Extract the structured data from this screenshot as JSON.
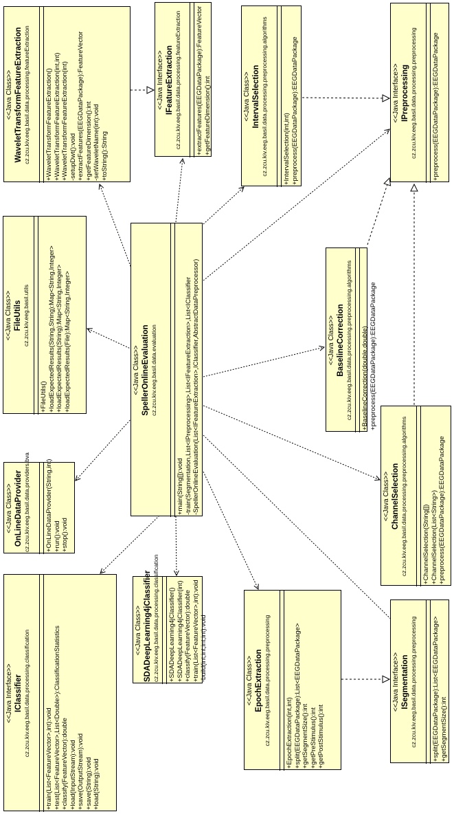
{
  "diagram": {
    "classes": [
      {
        "id": "WaveletTransformFeatureExtraction",
        "stereotype": "<<Java Class>>",
        "name": "WaveletTransformFeatureExtraction",
        "package": "cz.zcu.kiv.eeg.basil.data.processing.featureExtraction",
        "methods": [
          "+WaveletTransformFeatureExtraction()",
          "+WaveletTransformFeatureExtraction(int,int)",
          "+WaveletTransformFeatureExtraction(int)",
          "-setupDwt():void",
          "+extractFeatures(EEGDataPackage):FeatureVector",
          "+getFeatureDimension():int",
          "-setWaveletName(int):void",
          "+toString():String"
        ]
      },
      {
        "id": "IFeatureExtraction",
        "stereotype": "<<Java Interface>>",
        "name": "IFeatureExtraction",
        "package": "cz.zcu.kiv.eeg.basil.data.processing.featureExtraction",
        "methods": [
          "+extractFeatures(EEGDataPackage):FeatureVector",
          "+getFeatureDimension():int"
        ]
      },
      {
        "id": "IntervalSelection",
        "stereotype": "<<Java Class>>",
        "name": "IntervalSelection",
        "package": "cz.zcu.kiv.eeg.basil.data.processing.preprocessing.algorithms",
        "methods": [
          "+IntervalSelection(int,int)",
          "+preprocess(EEGDataPackage):EEGDataPackage"
        ]
      },
      {
        "id": "IPreprocessing",
        "stereotype": "<<Java Interface>>",
        "name": "IPreprocessing",
        "package": "cz.zcu.kiv.eeg.basil.data.processing.preprocessing",
        "methods": [
          "+preprocess(EEGDataPackage):EEGDataPackage"
        ]
      },
      {
        "id": "FileUtils",
        "stereotype": "<<Java Class>>",
        "name": "FileUtils",
        "package": "cz.zcu.kiv.eeg.basil.utils",
        "methods": [
          "+FileUtils()",
          "+loadExpectedResults(String,String):Map<String,Integer>",
          "+loadExpectedResults(String):Map<String,Integer>",
          "+loadExpectedResults(File):Map<String,Integer>"
        ]
      },
      {
        "id": "SpellerOnlineEvaluation",
        "stereotype": "<<Java Class>>",
        "name": "SpellerOnlineEvaluation",
        "package": "cz.zcu.kiv.eeg.basil.data.evaluation",
        "methods": [
          "+main(String[]):void",
          "-train(Segmentation,List<IPreprocessing>,List<IFeatureExtraction>,List<IClassifier",
          "-SpellerOnlineEvaluation(List<IFeatureExtraction>,IClassifier,AbstractDataPreprocessor)"
        ]
      },
      {
        "id": "BaselineCorrection",
        "stereotype": "<<Java Class>>",
        "name": "BaselineCorrection",
        "package": "cz.zcu.kiv.eeg.basil.data.processing.preprocessing.algorithms",
        "methods": [
          "+BaselineCorrection(double,double)",
          "+preprocess(EEGDataPackage):EEGDataPackage"
        ]
      },
      {
        "id": "OnLineDataProvider",
        "stereotype": "<<Java Class>>",
        "name": "OnLineDataProvider",
        "package": "cz.zcu.kiv.eeg.basil.data.providers.bva",
        "methods": [
          "+OnLineDataProvider(String,int)",
          "+run():void",
          "+stop():void"
        ]
      },
      {
        "id": "ChannelSelection",
        "stereotype": "<<Java Class>>",
        "name": "ChannelSelection",
        "package": "cz.zcu.kiv.eeg.basil.data.processing.preprocessing.algorithms",
        "methods": [
          "+ChannelSelection(String[])",
          "+ChannelSelection(List<String>)",
          "+preprocess(EEGDataPackage):EEGDataPackage"
        ]
      },
      {
        "id": "IClassifier",
        "stereotype": "<<Java Interface>>",
        "name": "IClassifier",
        "package": "cz.zcu.kiv.eeg.basil.data.processing.classification",
        "methods": [
          "+train(List<FeatureVector>,int):void",
          "+test(List<FeatureVector>,List<Double>):ClassificationStatistics",
          "+classify(FeatureVector):double",
          "+load(InputStream):void",
          "+save(OutputStream):void",
          "+save(String):void",
          "+load(String):void"
        ]
      },
      {
        "id": "SDADeepLearning4jClassifier",
        "stereotype": "<<Java Class>>",
        "name": "SDADeepLearning4jClassifier",
        "package": "cz.zcu.kiv.eeg.basil.data.processing.classification",
        "methods": [
          "+SDADeepLearning4jClassifier()",
          "+SDADeepLearning4jClassifier(int)",
          "+classify(FeatureVector):double",
          "+train(List<FeatureVector>,int):void",
          "-build(int,int,int,int):void"
        ]
      },
      {
        "id": "EpochExtraction",
        "stereotype": "<<Java Class>>",
        "name": "EpochExtraction",
        "package": "cz.zcu.kiv.eeg.basil.data.processing.preprocessing",
        "methods": [
          "+EpochExtraction(int,int)",
          "+split(EEGDataPackage):List<EEGDataPackage>",
          "+getSegmentSize():int",
          "+getPreStimulus():int",
          "+getPostStimulus():int"
        ]
      },
      {
        "id": "ISegmentation",
        "stereotype": "<<Java Interface>>",
        "name": "ISegmentation",
        "package": "cz.zcu.kiv.eeg.basil.data.processing.preprocessing",
        "methods": [
          "+split(EEGDataPackage):List<EEGDataPackage>",
          "+getSegmentSize():int"
        ]
      }
    ],
    "relations": [
      {
        "from": "WaveletTransformFeatureExtraction",
        "to": "IFeatureExtraction",
        "kind": "realization"
      },
      {
        "from": "IntervalSelection",
        "to": "IPreprocessing",
        "kind": "realization"
      },
      {
        "from": "BaselineCorrection",
        "to": "IPreprocessing",
        "kind": "realization"
      },
      {
        "from": "ChannelSelection",
        "to": "IPreprocessing",
        "kind": "realization"
      },
      {
        "from": "EpochExtraction",
        "to": "ISegmentation",
        "kind": "realization"
      },
      {
        "from": "SpellerOnlineEvaluation",
        "to": "WaveletTransformFeatureExtraction",
        "kind": "dependency"
      },
      {
        "from": "SpellerOnlineEvaluation",
        "to": "IFeatureExtraction",
        "kind": "dependency"
      },
      {
        "from": "SpellerOnlineEvaluation",
        "to": "IntervalSelection",
        "kind": "dependency"
      },
      {
        "from": "SpellerOnlineEvaluation",
        "to": "IPreprocessing",
        "kind": "dependency"
      },
      {
        "from": "SpellerOnlineEvaluation",
        "to": "FileUtils",
        "kind": "dependency"
      },
      {
        "from": "SpellerOnlineEvaluation",
        "to": "BaselineCorrection",
        "kind": "dependency"
      },
      {
        "from": "SpellerOnlineEvaluation",
        "to": "OnLineDataProvider",
        "kind": "dependency"
      },
      {
        "from": "SpellerOnlineEvaluation",
        "to": "ChannelSelection",
        "kind": "dependency"
      },
      {
        "from": "SpellerOnlineEvaluation",
        "to": "IClassifier",
        "kind": "dependency"
      },
      {
        "from": "SpellerOnlineEvaluation",
        "to": "SDADeepLearning4jClassifier",
        "kind": "dependency"
      },
      {
        "from": "SpellerOnlineEvaluation",
        "to": "EpochExtraction",
        "kind": "dependency"
      },
      {
        "from": "SpellerOnlineEvaluation",
        "to": "ISegmentation",
        "kind": "dependency"
      }
    ]
  }
}
